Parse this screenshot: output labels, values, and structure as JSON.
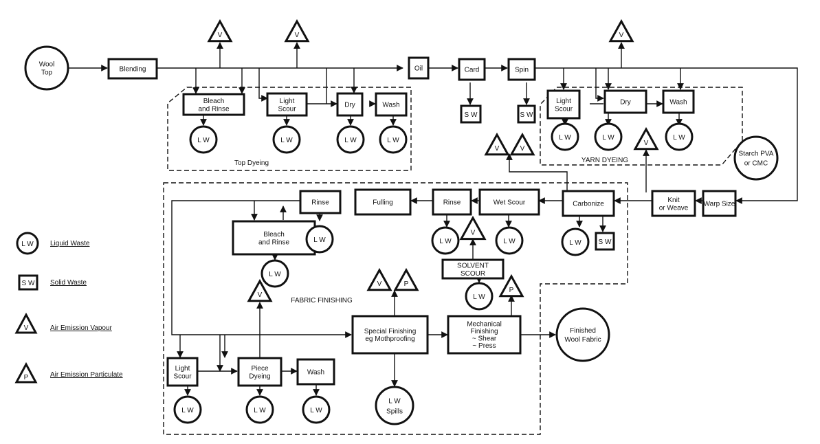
{
  "processes": {
    "wool_top": [
      "Wool",
      "Top"
    ],
    "blending": [
      "Blending"
    ],
    "oil": [
      "Oil"
    ],
    "card": [
      "Card"
    ],
    "spin": [
      "Spin"
    ],
    "td_bleach_rinse": [
      "Bleach",
      "and Rinse"
    ],
    "td_light_scour": [
      "Light",
      "Scour"
    ],
    "td_dry": [
      "Dry"
    ],
    "td_wash": [
      "Wash"
    ],
    "yd_light_scour": [
      "Light",
      "Scour"
    ],
    "yd_dry": [
      "Dry"
    ],
    "yd_wash": [
      "Wash"
    ],
    "starch": [
      "Starch PVA",
      "or CMC"
    ],
    "warp_size": [
      "Warp Size"
    ],
    "knit_weave": [
      "Knit",
      "or Weave"
    ],
    "carbonize": [
      "Carbonize"
    ],
    "wet_scour": [
      "Wet Scour"
    ],
    "rinse_2": [
      "Rinse"
    ],
    "fulling": [
      "Fulling"
    ],
    "rinse_1": [
      "Rinse"
    ],
    "ff_bleach_rinse": [
      "Bleach",
      "and Rinse"
    ],
    "solvent_scour": [
      "SOLVENT",
      "SCOUR"
    ],
    "special_finishing": [
      "Special Finishing",
      "eg Mothproofing"
    ],
    "mechanical_finishing": [
      "Mechanical",
      "Finishing",
      "~ Shear",
      "~ Press"
    ],
    "finished": [
      "Finished",
      "Wool Fabric"
    ],
    "ff_light_scour": [
      "Light",
      "Scour"
    ],
    "piece_dyeing": [
      "Piece",
      "Dyeing"
    ],
    "ff_wash": [
      "Wash"
    ],
    "lw_spills": [
      "L W",
      "Spills"
    ]
  },
  "symbols": {
    "lw": "L W",
    "sw": "S W",
    "v": "V",
    "p": "P"
  },
  "regions": {
    "top_dyeing": "Top Dyeing",
    "yarn_dyeing": "YARN DYEING",
    "fabric_finishing": "FABRIC FINISHING"
  },
  "legend": {
    "liquid_waste": "Liquid Waste",
    "solid_waste": "Solid Waste",
    "air_vapour": "Air Emission Vapour",
    "air_particulate": "Air Emission Particulate"
  }
}
